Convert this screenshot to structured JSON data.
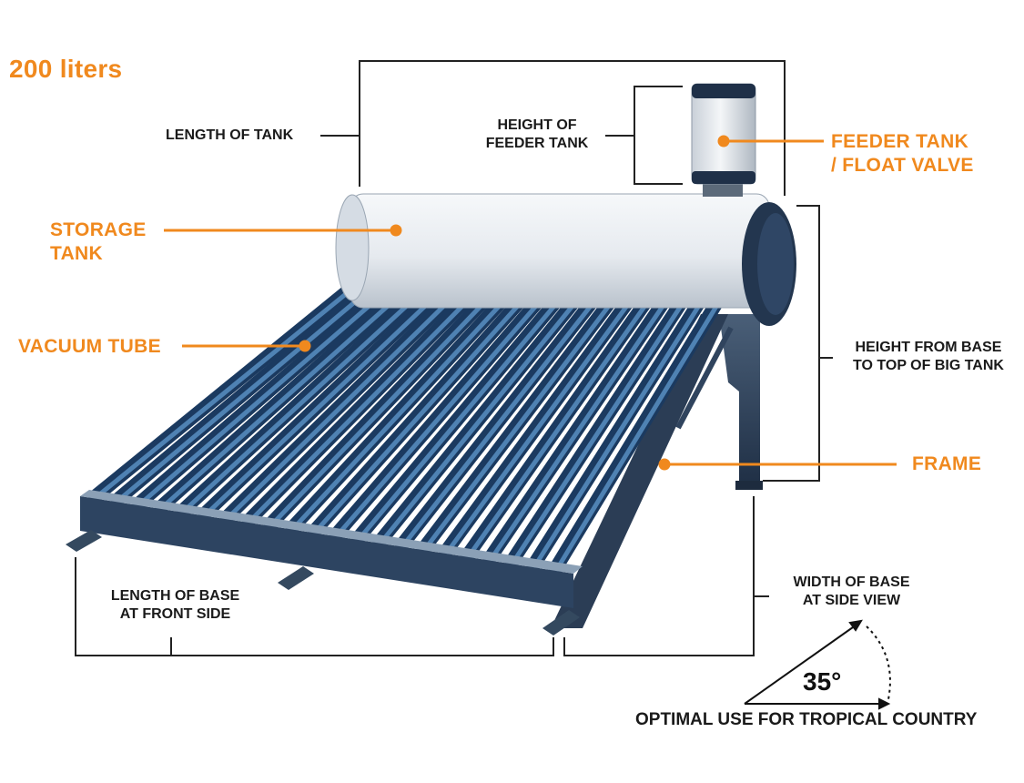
{
  "capacity": "200 liters",
  "colors": {
    "accent": "#f0891e",
    "text": "#1a1a1a",
    "line": "#222222",
    "tube": "#1f4a78",
    "tank": "#e9edf2"
  },
  "labels": {
    "length_of_tank": "LENGTH OF TANK",
    "height_of_feeder_tank": [
      "HEIGHT OF",
      "FEEDER TANK"
    ],
    "feeder_tank": [
      "FEEDER TANK",
      "/ FLOAT VALVE"
    ],
    "storage_tank": [
      "STORAGE",
      "TANK"
    ],
    "vacuum_tube": "VACUUM TUBE",
    "height_from_base": [
      "HEIGHT FROM BASE",
      "TO TOP OF BIG TANK"
    ],
    "frame": "FRAME",
    "length_of_base": [
      "LENGTH OF BASE",
      "AT FRONT SIDE"
    ],
    "width_of_base": [
      "WIDTH OF BASE",
      "AT SIDE VIEW"
    ],
    "angle": "35°",
    "optimal_use": "OPTIMAL USE FOR TROPICAL COUNTRY"
  },
  "tube_count": 22,
  "icons": [
    "solar-water-heater-illustration",
    "angle-indicator-icon"
  ]
}
